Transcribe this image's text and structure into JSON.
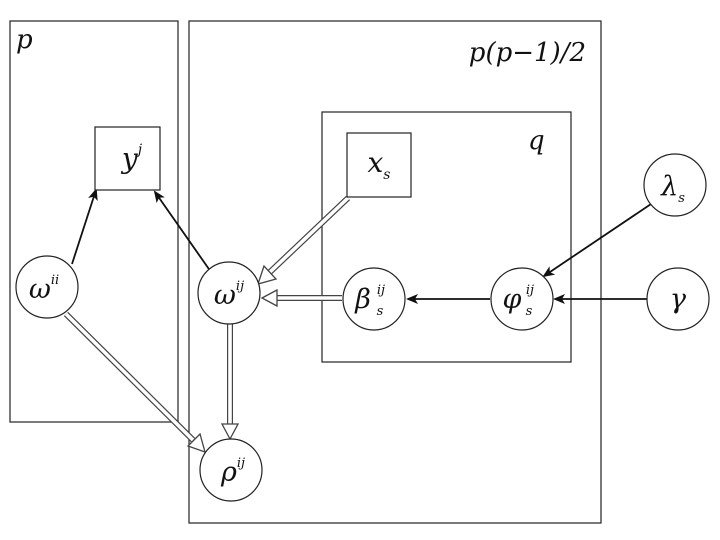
{
  "plates": {
    "p": {
      "label": "p"
    },
    "pairs": {
      "label": "p(p−1)/2"
    },
    "q": {
      "label": "q"
    }
  },
  "nodes": {
    "omega_ii": {
      "base": "ω",
      "sup": "ii",
      "sub": "",
      "kind": "latent"
    },
    "y_j": {
      "base": "y",
      "sup": "j",
      "sub": "",
      "kind": "observed"
    },
    "omega_ij": {
      "base": "ω",
      "sup": "ij",
      "sub": "",
      "kind": "latent"
    },
    "rho_ij": {
      "base": "ρ",
      "sup": "ij",
      "sub": "",
      "kind": "latent"
    },
    "x_s": {
      "base": "x",
      "sup": "",
      "sub": "s",
      "kind": "observed"
    },
    "beta_s_ij": {
      "base": "β",
      "sup": "ij",
      "sub": "s",
      "kind": "latent"
    },
    "phi_s_ij": {
      "base": "φ",
      "sup": "ij",
      "sub": "s",
      "kind": "latent"
    },
    "lambda_s": {
      "base": "λ",
      "sup": "",
      "sub": "s",
      "kind": "latent"
    },
    "gamma": {
      "base": "γ",
      "sup": "",
      "sub": "",
      "kind": "latent"
    }
  },
  "edges": [
    {
      "from": "omega_ii",
      "to": "y_j",
      "style": "single"
    },
    {
      "from": "omega_ij",
      "to": "y_j",
      "style": "single"
    },
    {
      "from": "lambda_s",
      "to": "phi_s_ij",
      "style": "single"
    },
    {
      "from": "gamma",
      "to": "phi_s_ij",
      "style": "single"
    },
    {
      "from": "phi_s_ij",
      "to": "beta_s_ij",
      "style": "single"
    },
    {
      "from": "x_s",
      "to": "omega_ij",
      "style": "double"
    },
    {
      "from": "beta_s_ij",
      "to": "omega_ij",
      "style": "double"
    },
    {
      "from": "omega_ij",
      "to": "rho_ij",
      "style": "double"
    },
    {
      "from": "omega_ii",
      "to": "rho_ij",
      "style": "double"
    }
  ]
}
